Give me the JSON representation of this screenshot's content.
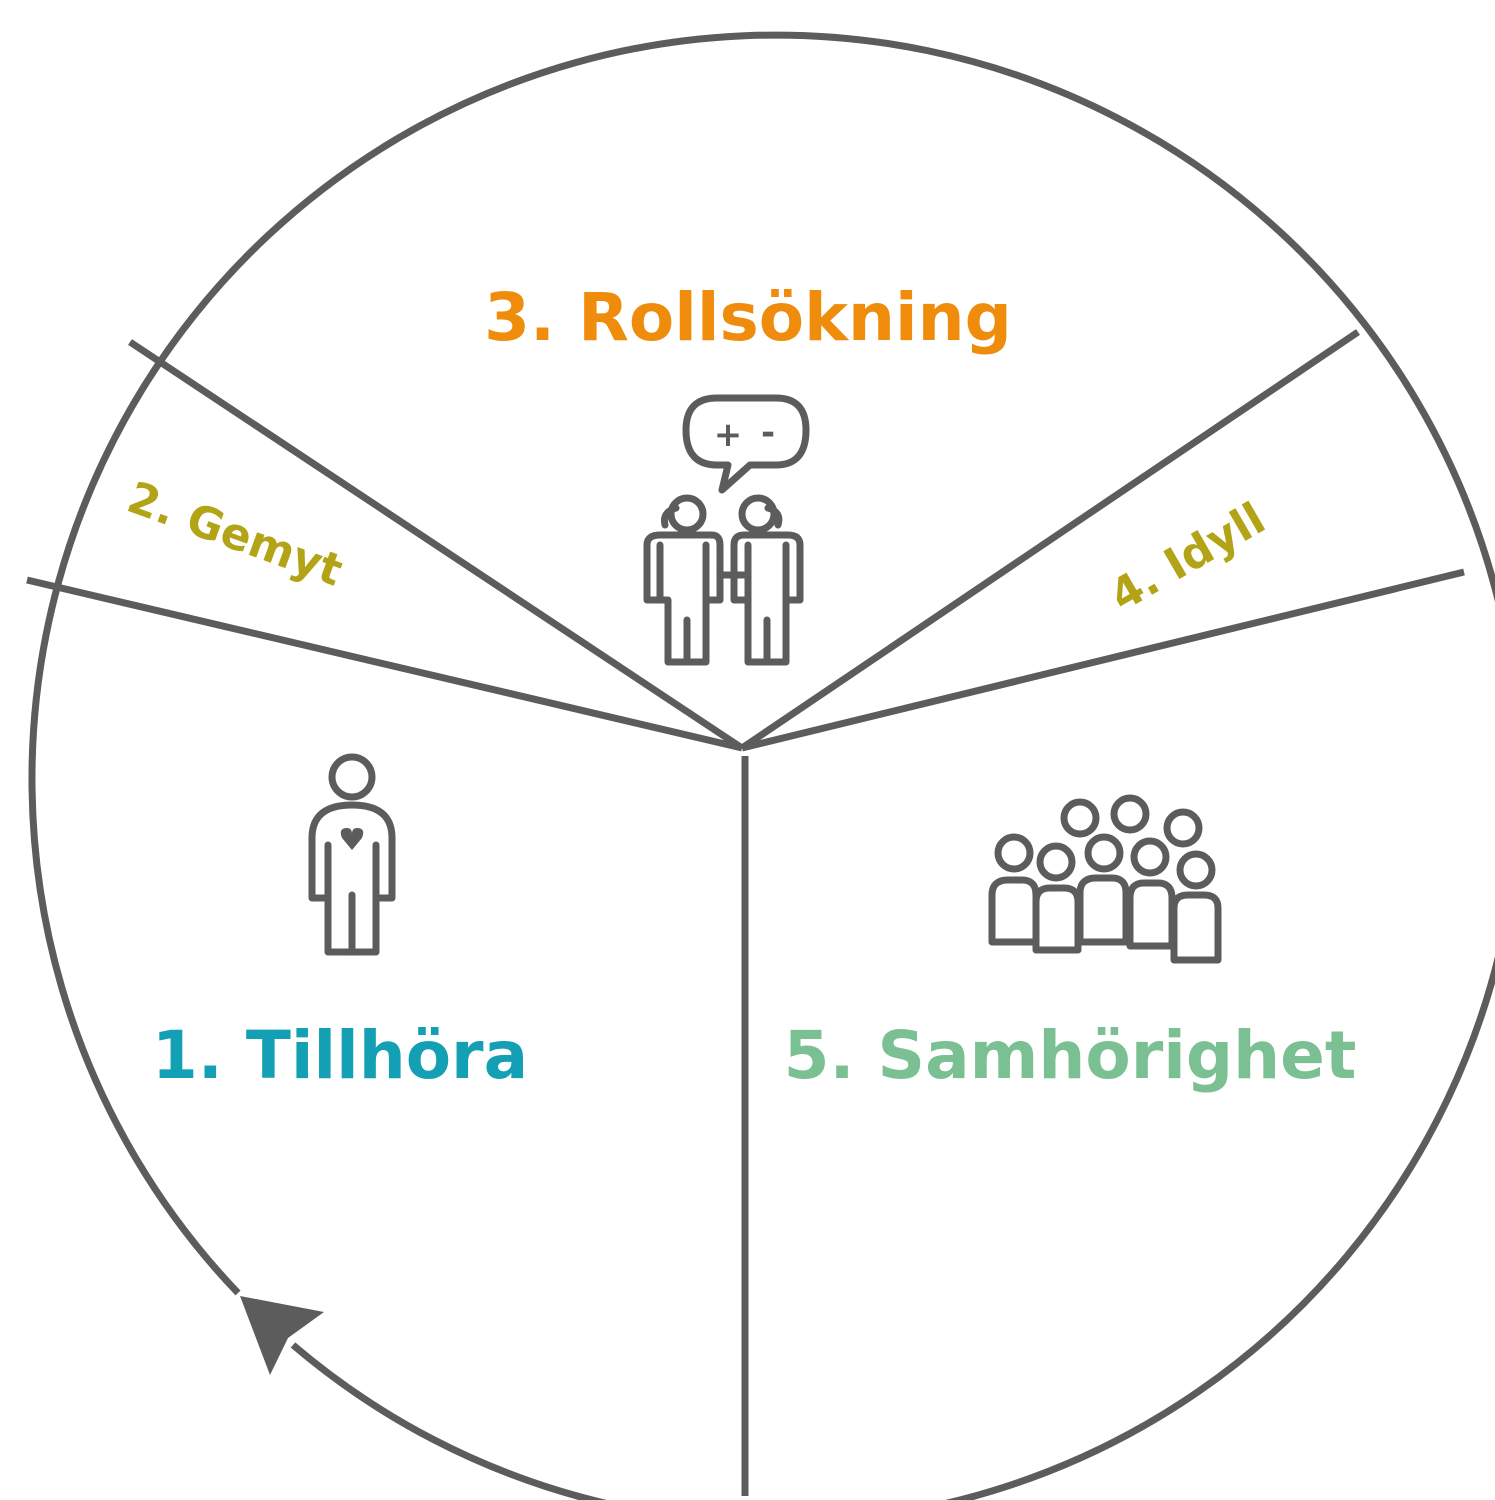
{
  "colors": {
    "outline": "#5c5c5c",
    "stage1": "#14a0b4",
    "stage2": "#b2a416",
    "stage3": "#ef8c0c",
    "stage4": "#b2a416",
    "stage5": "#7ac092"
  },
  "stages": [
    {
      "label": "1. Tillhöra",
      "icon": "person-heart-icon"
    },
    {
      "label": "2. Gemyt",
      "icon": ""
    },
    {
      "label": "3. Rollsökning",
      "icon": "two-people-discussion-icon"
    },
    {
      "label": "4. Idyll",
      "icon": ""
    },
    {
      "label": "5. Samhörighet",
      "icon": "group-of-people-icon"
    }
  ],
  "speech_bubble": {
    "plus": "+",
    "minus": "-"
  }
}
